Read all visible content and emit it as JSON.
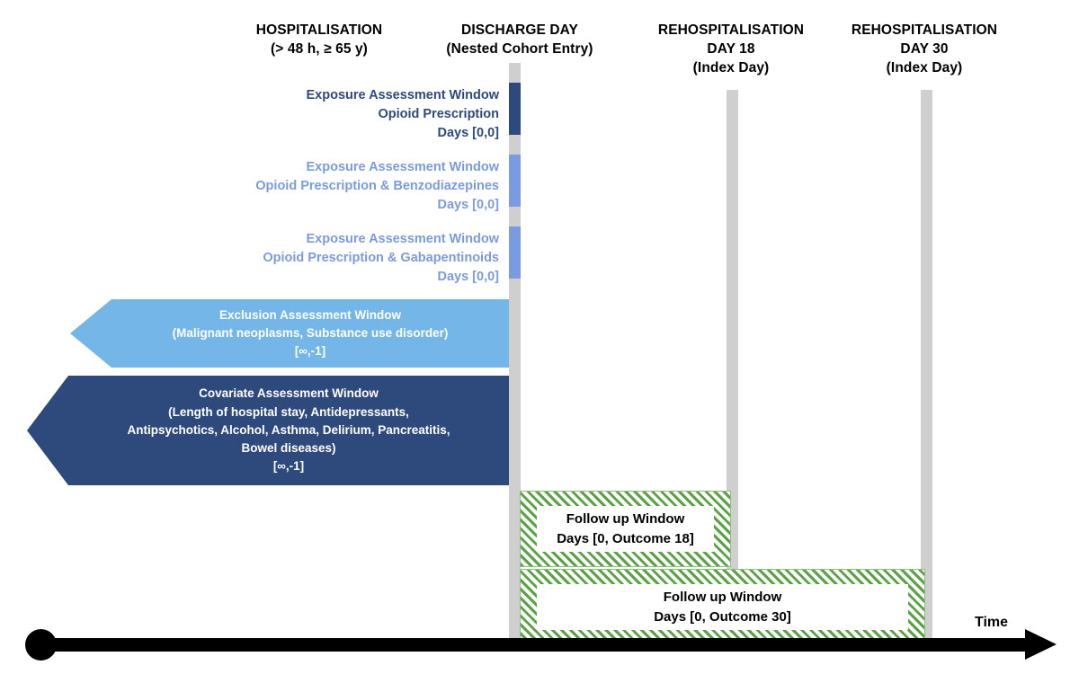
{
  "figure": {
    "type": "study-design-timeline",
    "timeline_axis_label": "Time"
  },
  "colors": {
    "navy_dark": "#2e4a7d",
    "blue_medium": "#7b9be0",
    "blue_light": "#74b6e8",
    "grey_line": "#cfcfcf",
    "green_hatch": "#5aa344",
    "black": "#000000"
  },
  "headers": [
    {
      "id": "hospitalisation",
      "line1": "HOSPITALISATION",
      "line2": "(> 48 h, ≥ 65 y)",
      "line3": ""
    },
    {
      "id": "discharge-day",
      "line1": "DISCHARGE DAY",
      "line2": "(Nested Cohort Entry)",
      "line3": ""
    },
    {
      "id": "rehospitalisation-day-18",
      "line1": "REHOSPITALISATION",
      "line2": "DAY 18",
      "line3": "(Index Day)"
    },
    {
      "id": "rehospitalisation-day-30",
      "line1": "REHOSPITALISATION",
      "line2": "DAY 30",
      "line3": "(Index Day)"
    }
  ],
  "exposure_windows": [
    {
      "id": "opioid-prescription",
      "line1": "Exposure Assessment Window",
      "line2": "Opioid Prescription",
      "line3": "Days [0,0]",
      "color": "#2e4a7d"
    },
    {
      "id": "opioid-benzodiazepines",
      "line1": "Exposure Assessment Window",
      "line2": "Opioid Prescription & Benzodiazepines",
      "line3": "Days [0,0]",
      "color": "#7b9be0"
    },
    {
      "id": "opioid-gabapentinoids",
      "line1": "Exposure Assessment Window",
      "line2": "Opioid Prescription & Gabapentinoids",
      "line3": "Days [0,0]",
      "color": "#7b9be0"
    }
  ],
  "assessment_windows": [
    {
      "id": "exclusion",
      "line1": "Exclusion Assessment  Window",
      "line2": "(Malignant neoplasms, Substance use disorder)",
      "line3": "",
      "line4": "",
      "interval": "[∞,-1]",
      "color": "#74b6e8"
    },
    {
      "id": "covariate",
      "line1": "Covariate Assessment  Window",
      "line2": "(Length of hospital stay, Antidepressants,",
      "line3": "Antipsychotics, Alcohol, Asthma, Delirium, Pancreatitis,",
      "line4": "Bowel diseases)",
      "interval": "[∞,-1]",
      "color": "#2e4a7d"
    }
  ],
  "follow_up_windows": [
    {
      "id": "follow-up-18",
      "line1": "Follow up Window",
      "line2": "Days [0, Outcome 18]"
    },
    {
      "id": "follow-up-30",
      "line1": "Follow up Window",
      "line2": "Days [0, Outcome 30]"
    }
  ]
}
